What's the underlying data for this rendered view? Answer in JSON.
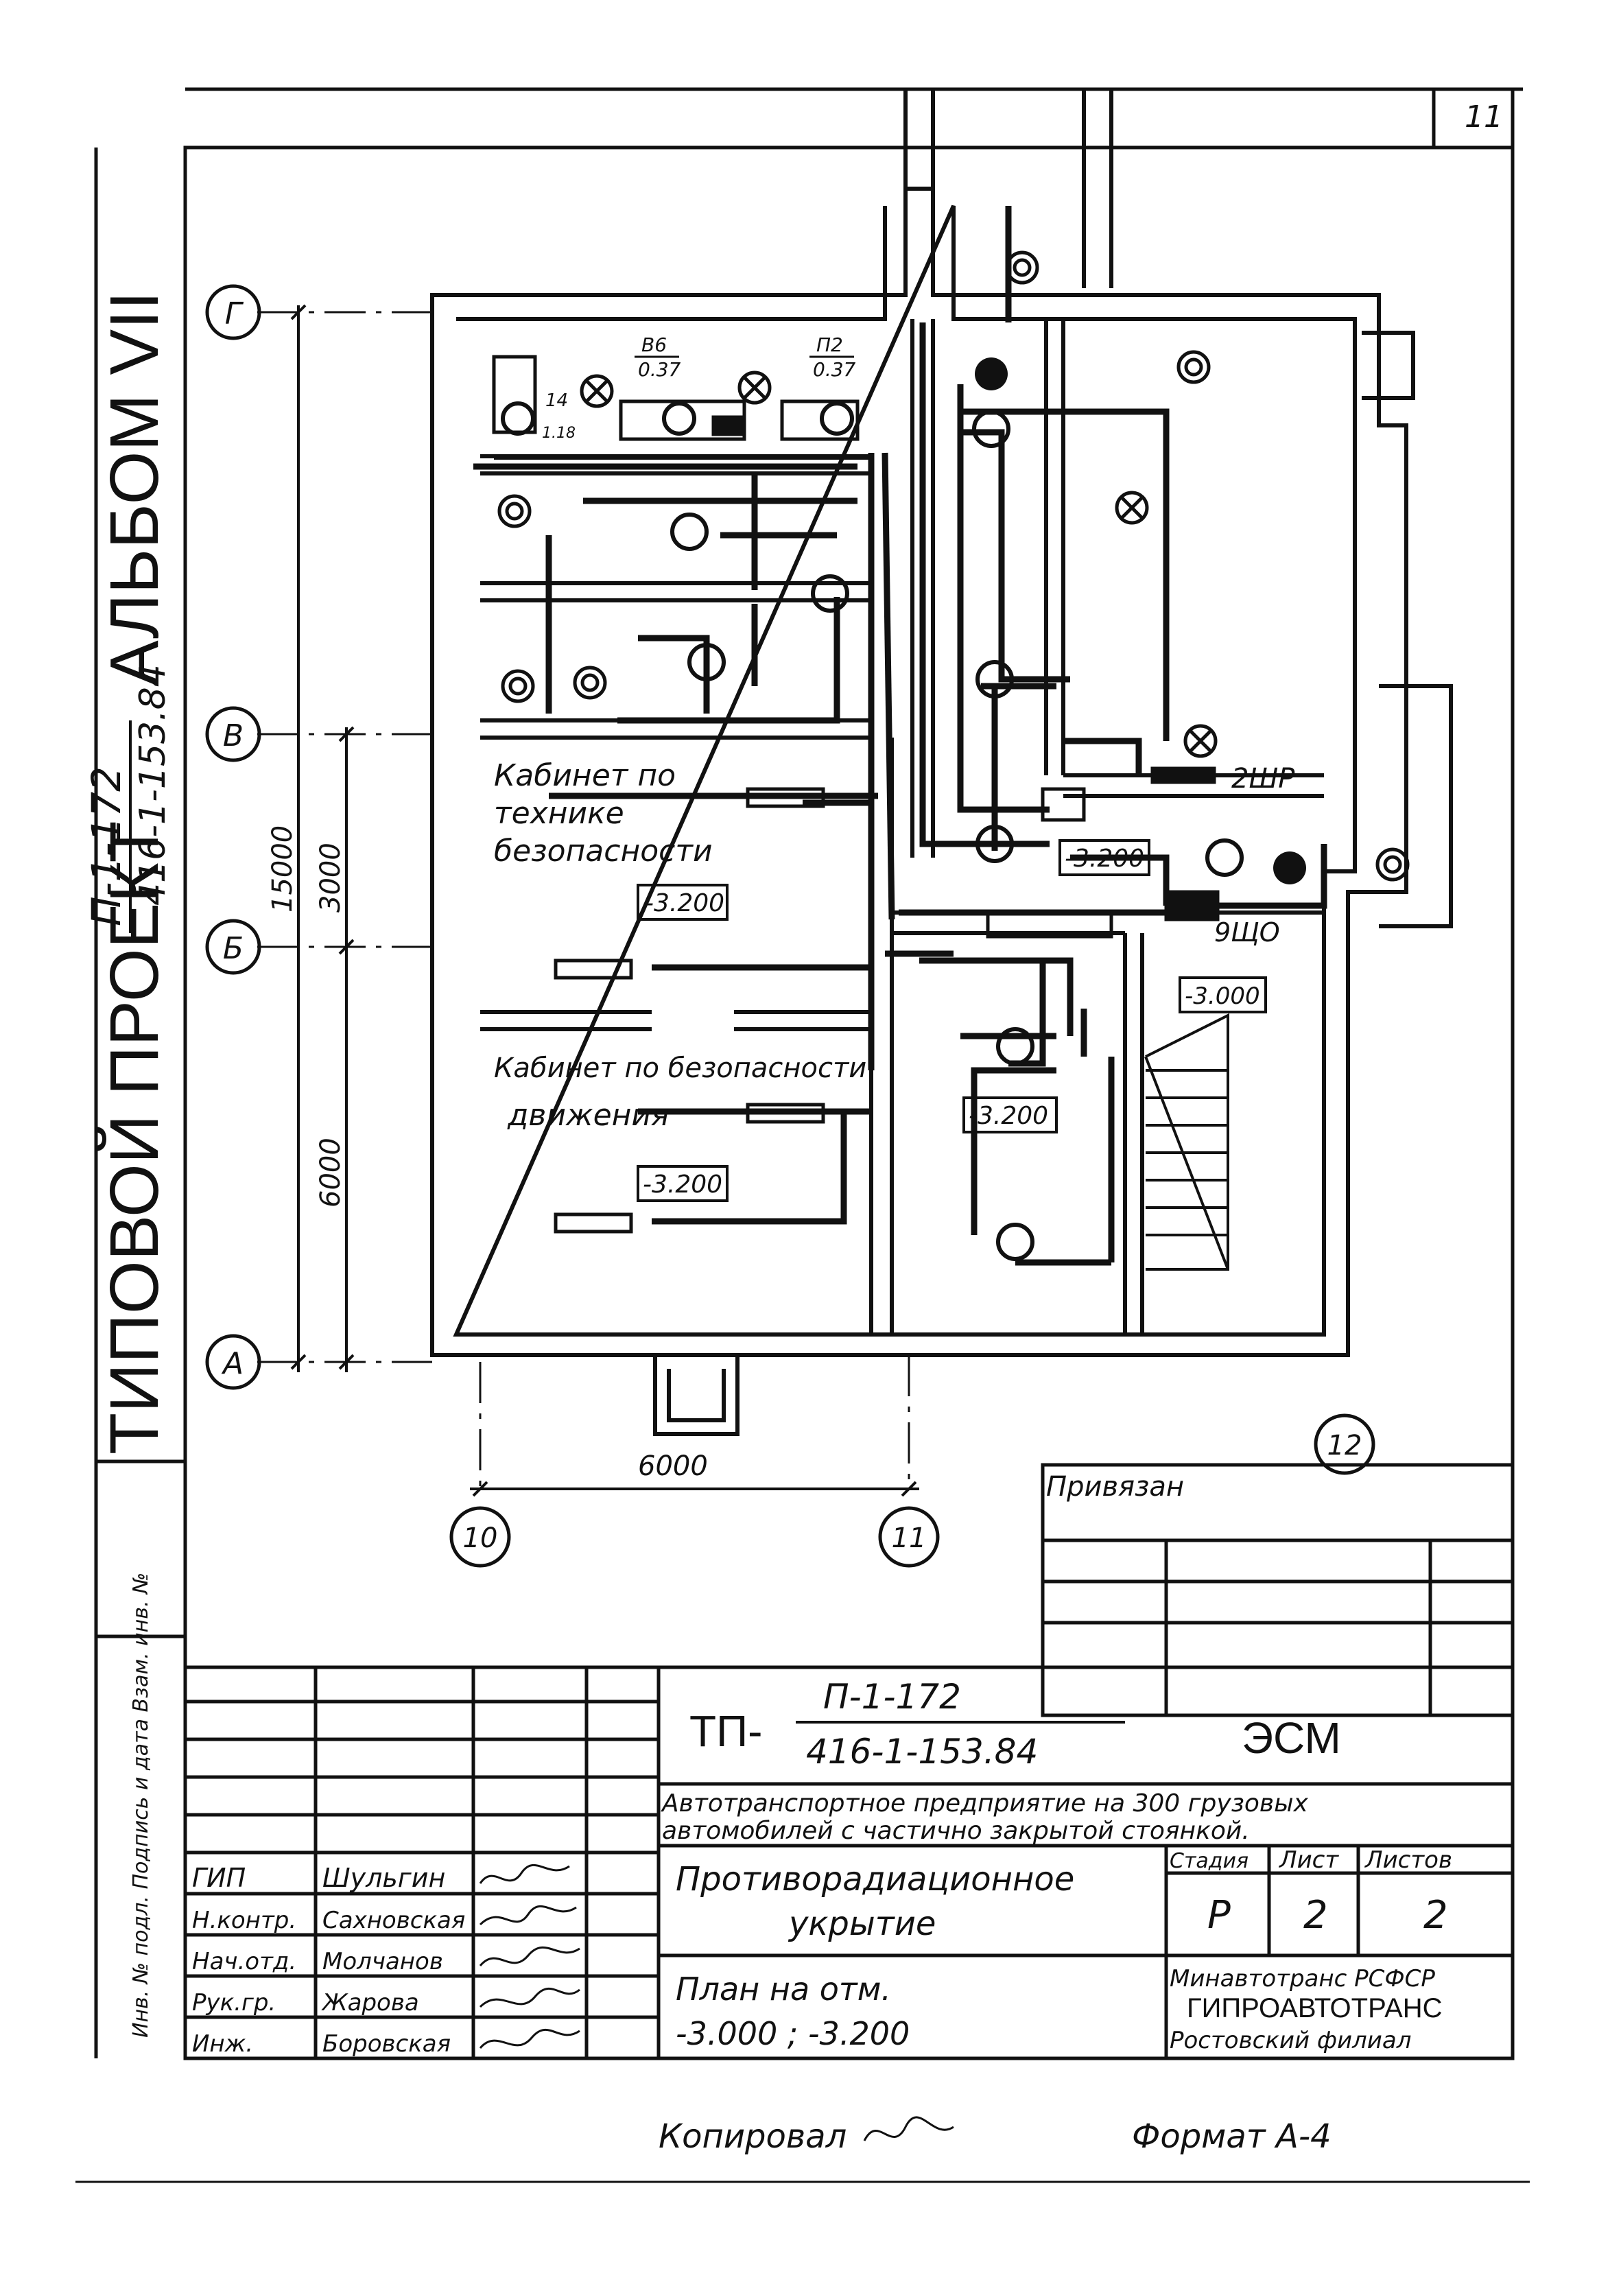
{
  "sheet_number": "11",
  "side_title": {
    "prefix": "ТИПОВОЙ ПРОЕКТ",
    "code_top": "П-1-172",
    "code_bottom": "416-1-153.84",
    "album": "АЛЬБОМ VII"
  },
  "left_column_label": "Инв. № подл. Подпись и дата Взам. инв. №",
  "axes": {
    "rows": [
      "Г",
      "В",
      "Б",
      "А"
    ],
    "cols": [
      "10",
      "11",
      "12"
    ]
  },
  "dimensions": {
    "total_vertical": "15000",
    "seg_3000": "3000",
    "seg_6000": "6000",
    "bottom": "6000"
  },
  "rooms": {
    "safety_tech": [
      "Кабинет по",
      "технике",
      "безопасности"
    ],
    "safety_traffic": [
      "Кабинет по безопасности",
      "движения"
    ]
  },
  "level_marks": {
    "m1": "-3.200",
    "m2": "-3.200",
    "m3": "-3.200",
    "m4": "-3.200",
    "m5": "-3.000"
  },
  "equipment_labels": {
    "v6_num": "В6",
    "v6_val": "0.37",
    "p2_num": "П2",
    "p2_val": "0.37",
    "n14": "14",
    "n118": "1.18",
    "shr": "2ШР",
    "shcho": "9ЩО"
  },
  "privyazan": "Привязан",
  "title_block": {
    "code_prefix": "ТП-",
    "code_top": "П-1-172",
    "code_bottom": "416-1-153.84",
    "mark": "ЭСМ",
    "project_line1": "Автотранспортное предприятие на 300 грузовых",
    "project_line2": "автомобилей с частично закрытой стоянкой.",
    "object_line1": "Противорадиационное",
    "object_line2": "укрытие",
    "sheet_title_line1": "План на отм.",
    "sheet_title_line2": "-3.000 ; -3.200",
    "stage_label": "Стадия",
    "sheet_label": "Лист",
    "sheets_label": "Листов",
    "stage": "Р",
    "sheet": "2",
    "sheets": "2",
    "org_line1": "Минавтотранс РСФСР",
    "org_line2": "ГИПРОАВТОТРАНС",
    "org_line3": "Ростовский филиал",
    "staff": [
      {
        "role": "ГИП",
        "name": "Шульгин"
      },
      {
        "role": "Н.контр.",
        "name": "Сахновская"
      },
      {
        "role": "Нач.отд.",
        "name": "Молчанов"
      },
      {
        "role": "Рук.гр.",
        "name": "Жарова"
      },
      {
        "role": "Инж.",
        "name": "Боровская"
      }
    ]
  },
  "footer": {
    "copied": "Копировал",
    "format": "Формат А-4"
  }
}
